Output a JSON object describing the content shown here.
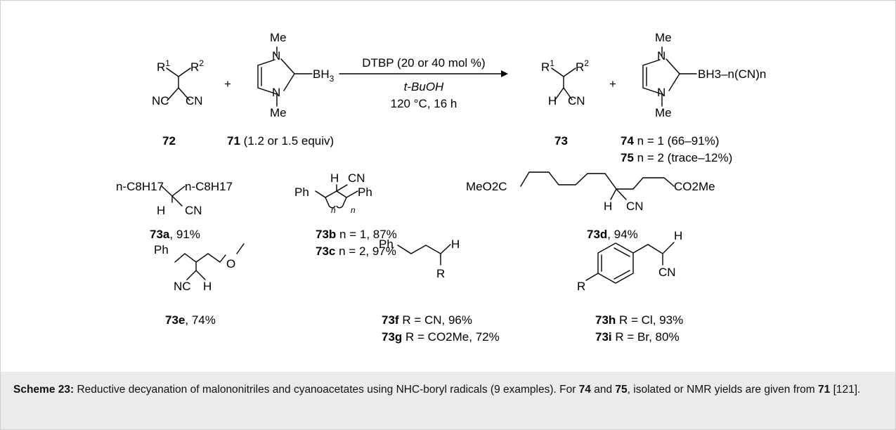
{
  "labels": {
    "me": "Me",
    "n_atom": "N",
    "bh3": "BH",
    "sub3": "3",
    "r": "R",
    "sup1": "1",
    "sup2": "2",
    "nc": "NC",
    "cn": "CN",
    "h": "H",
    "plus": "+",
    "ph": "Ph",
    "o_atom": "O",
    "n_italic": "n",
    "sub_n": "n"
  },
  "reaction": {
    "conditions_top": "DTBP (20 or 40 mol %)",
    "solvent": "t-BuOH",
    "conditions_bottom": "120 °C, 16 h",
    "boryl_product": "BH3–n(CN)n"
  },
  "compounds": {
    "c72": "72",
    "c71": "71",
    "c71_note": "(1.2 or 1.5 equiv)",
    "c73": "73",
    "c74": "74",
    "c74_note": "n = 1 (66–91%)",
    "c75": "75",
    "c75_note": "n = 2 (trace–12%)"
  },
  "examples": [
    {
      "id": "73a",
      "note": ", 91%"
    },
    {
      "id": "73b",
      "note": "n = 1, 87%"
    },
    {
      "id": "73c",
      "note": "n = 2, 97%"
    },
    {
      "id": "73d",
      "note": ", 94%"
    },
    {
      "id": "73e",
      "note": ", 74%"
    },
    {
      "id": "73f",
      "note": "R = CN, 96%"
    },
    {
      "id": "73g",
      "note": "R = CO2Me, 72%"
    },
    {
      "id": "73h",
      "note": "R = Cl, 93%"
    },
    {
      "id": "73i",
      "note": "R = Br, 80%"
    }
  ],
  "substituents": {
    "octyl": "n-C8H17",
    "meo2c": "MeO2C",
    "co2me": "CO2Me"
  },
  "caption": {
    "label": "Scheme 23:",
    "text1": " Reductive decyanation of malononitriles and cyanoacetates using NHC-boryl radicals (9 examples). For ",
    "c74": "74",
    "text2": " and ",
    "c75": "75",
    "text3": ", isolated or NMR yields are given from ",
    "c71": "71",
    "text4": " [121]."
  }
}
